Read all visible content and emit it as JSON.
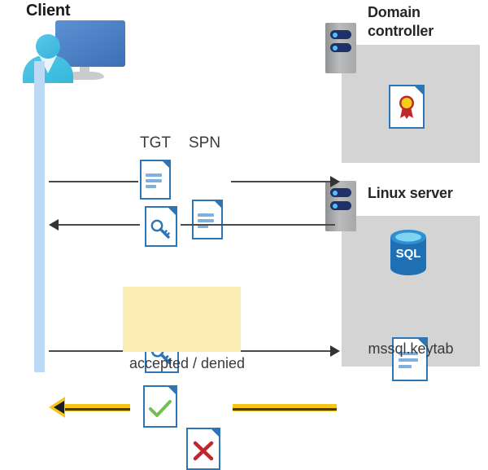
{
  "diagram": {
    "title_visible": false,
    "client": {
      "label": "Client",
      "icon": "user-computer-icon"
    },
    "domain_controller": {
      "label": "Domain\ncontroller",
      "label_line1": "Domain",
      "label_line2": "controller",
      "server_icon": "server-rack-icon",
      "contents": [
        {
          "icon": "certificate-document-icon",
          "label": ""
        }
      ]
    },
    "linux_server": {
      "label": "Linux server",
      "server_icon": "server-rack-icon",
      "contents": [
        {
          "icon": "sql-database-icon",
          "label": "SQL"
        },
        {
          "icon": "keytab-document-icon",
          "label": "mssql.keytab"
        }
      ]
    },
    "messages": [
      {
        "id": "msg-tgt-spn-request",
        "direction": "client-to-domain-controller",
        "artifacts": [
          {
            "label": "TGT",
            "icon": "document-icon"
          },
          {
            "label": "SPN",
            "icon": "document-icon"
          }
        ]
      },
      {
        "id": "msg-ticket-response",
        "direction": "domain-controller-to-client",
        "artifacts": [
          {
            "label": "",
            "icon": "key-document-icon"
          }
        ]
      },
      {
        "id": "msg-ticket-to-linux",
        "direction": "client-to-linux-server",
        "artifacts": [
          {
            "label": "",
            "icon": "key-document-icon"
          }
        ]
      },
      {
        "id": "msg-auth-result",
        "direction": "linux-server-to-client",
        "caption": "accepted / denied",
        "artifacts": [
          {
            "label": "",
            "icon": "accepted-check-document-icon"
          },
          {
            "label": "",
            "icon": "denied-cross-document-icon"
          }
        ]
      }
    ],
    "colors": {
      "lifeline": "#bcd9f5",
      "server_box": "#d4d4d4",
      "doc_border": "#2e75b6",
      "highlight": "#fdeeb5",
      "gold_arrow": "#f5c518",
      "accept_check": "#70c050",
      "deny_cross": "#c0272d",
      "sql_blue": "#1f6fb5",
      "arrow_line": "#4a4a4a"
    }
  }
}
